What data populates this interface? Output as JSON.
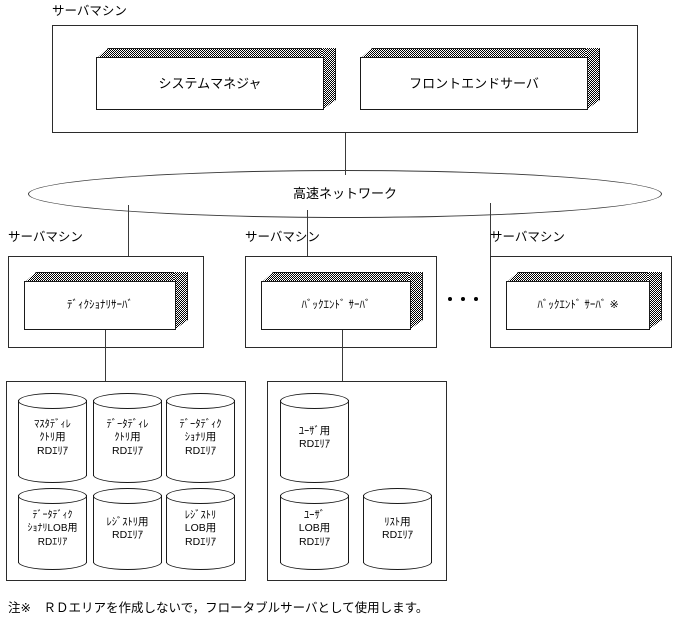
{
  "diagram": {
    "title": "HiRDB server machine configuration diagram",
    "line_color": "#3a3a3a",
    "fill_color": "#ffffff"
  },
  "top_machine": {
    "label": "サーバマシン",
    "blocks": [
      {
        "name": "system-manager",
        "label": "システムマネジャ"
      },
      {
        "name": "front-end-server",
        "label": "フロントエンドサーバ"
      }
    ]
  },
  "network": {
    "label": "高速ネットワーク"
  },
  "machines": [
    {
      "name": "dictionary",
      "label": "サーバマシン",
      "server": {
        "name": "dictionary-server",
        "label": "ﾃﾞｨｸｼｮﾅﾘｻｰﾊﾞ"
      }
    },
    {
      "name": "backend-1",
      "label": "サーバマシン",
      "server": {
        "name": "back-end-server",
        "label": "ﾊﾞｯｸｴﾝﾄﾞ ｻｰﾊﾞ"
      }
    },
    {
      "name": "backend-n",
      "label": "サーバマシン",
      "server": {
        "name": "back-end-server-note",
        "label": "ﾊﾞｯｸｴﾝﾄﾞ ｻｰﾊﾞ ※"
      }
    }
  ],
  "ellipsis": "・・・",
  "rd_groups": [
    {
      "name": "dictionary-rd-areas",
      "cylinders": [
        {
          "name": "master-directory-rd-area",
          "lines": [
            "ﾏｽﾀﾃﾞｨﾚ",
            "ｸﾄﾘ用",
            "RDｴﾘｱ"
          ]
        },
        {
          "name": "data-directory-rd-area",
          "lines": [
            "ﾃﾞｰﾀﾃﾞｨﾚ",
            "ｸﾄﾘ用",
            "RDｴﾘｱ"
          ]
        },
        {
          "name": "data-dictionary-rd-area",
          "lines": [
            "ﾃﾞｰﾀﾃﾞｨｸ",
            "ｼｮﾅﾘ用",
            "RDｴﾘｱ"
          ]
        },
        {
          "name": "data-dictionary-lob-rd-area",
          "lines": [
            "ﾃﾞｰﾀﾃﾞｨｸ",
            "ｼｮﾅﾘLOB用",
            "RDｴﾘｱ"
          ]
        },
        {
          "name": "registry-rd-area",
          "lines": [
            "ﾚｼﾞｽﾄﾘ用",
            "RDｴﾘｱ"
          ]
        },
        {
          "name": "registry-lob-rd-area",
          "lines": [
            "ﾚｼﾞｽﾄﾘ",
            "LOB用",
            "RDｴﾘｱ"
          ]
        }
      ]
    },
    {
      "name": "backend-rd-areas",
      "cylinders": [
        {
          "name": "user-rd-area",
          "lines": [
            "ﾕｰｻﾞ用",
            "RDｴﾘｱ"
          ]
        },
        {
          "name": "user-lob-rd-area",
          "lines": [
            "ﾕｰｻﾞ",
            "LOB用",
            "RDｴﾘｱ"
          ]
        },
        {
          "name": "list-rd-area",
          "lines": [
            "ﾘｽﾄ用",
            "RDｴﾘｱ"
          ]
        }
      ]
    }
  ],
  "footnote": "注※　ＲＤエリアを作成しないで，フロータブルサーバとして使用します。"
}
